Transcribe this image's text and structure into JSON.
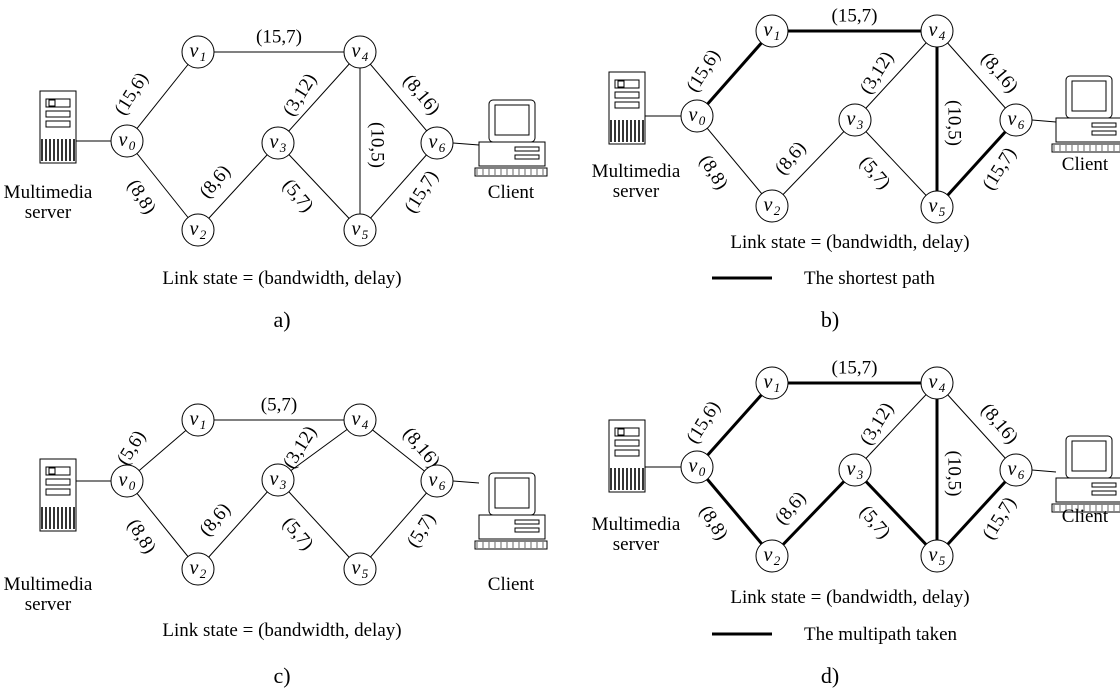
{
  "panels": [
    {
      "id": "a",
      "letter": "a)",
      "link_state": "Link state = (bandwidth, delay)",
      "legend": "",
      "server_label": [
        "Multimedia",
        "server"
      ],
      "client_label": "Client",
      "nodes": [
        "0",
        "1",
        "2",
        "3",
        "4",
        "5",
        "6"
      ],
      "edges": [
        {
          "from": "0",
          "to": "1",
          "label": "(15,6)",
          "bold": false
        },
        {
          "from": "0",
          "to": "2",
          "label": "(8,8)",
          "bold": false
        },
        {
          "from": "1",
          "to": "4",
          "label": "(15,7)",
          "bold": false
        },
        {
          "from": "2",
          "to": "3",
          "label": "(8,6)",
          "bold": false
        },
        {
          "from": "3",
          "to": "4",
          "label": "(3,12)",
          "bold": false
        },
        {
          "from": "3",
          "to": "5",
          "label": "(5,7)",
          "bold": false
        },
        {
          "from": "4",
          "to": "5",
          "label": "(10,5)",
          "bold": false
        },
        {
          "from": "4",
          "to": "6",
          "label": "(8,16)",
          "bold": false
        },
        {
          "from": "5",
          "to": "6",
          "label": "(15,7)",
          "bold": false
        }
      ]
    },
    {
      "id": "b",
      "letter": "b)",
      "link_state": "Link state = (bandwidth, delay)",
      "legend": "The shortest path",
      "server_label": [
        "Multimedia",
        "server"
      ],
      "client_label": "Client",
      "nodes": [
        "0",
        "1",
        "2",
        "3",
        "4",
        "5",
        "6"
      ],
      "edges": [
        {
          "from": "0",
          "to": "1",
          "label": "(15,6)",
          "bold": true
        },
        {
          "from": "0",
          "to": "2",
          "label": "(8,8)",
          "bold": false
        },
        {
          "from": "1",
          "to": "4",
          "label": "(15,7)",
          "bold": true
        },
        {
          "from": "2",
          "to": "3",
          "label": "(8,6)",
          "bold": false
        },
        {
          "from": "3",
          "to": "4",
          "label": "(3,12)",
          "bold": false
        },
        {
          "from": "3",
          "to": "5",
          "label": "(5,7)",
          "bold": false
        },
        {
          "from": "4",
          "to": "5",
          "label": "(10,5)",
          "bold": true
        },
        {
          "from": "4",
          "to": "6",
          "label": "(8,16)",
          "bold": false
        },
        {
          "from": "5",
          "to": "6",
          "label": "(15,7)",
          "bold": true
        }
      ]
    },
    {
      "id": "c",
      "letter": "c)",
      "link_state": "Link state = (bandwidth, delay)",
      "legend": "",
      "server_label": [
        "Multimedia",
        "server"
      ],
      "client_label": "Client",
      "nodes": [
        "0",
        "1",
        "2",
        "3",
        "4",
        "5",
        "6"
      ],
      "edges": [
        {
          "from": "0",
          "to": "1",
          "label": "(5,6)",
          "bold": false
        },
        {
          "from": "0",
          "to": "2",
          "label": "(8,8)",
          "bold": false
        },
        {
          "from": "1",
          "to": "4",
          "label": "(5,7)",
          "bold": false
        },
        {
          "from": "2",
          "to": "3",
          "label": "(8,6)",
          "bold": false
        },
        {
          "from": "3",
          "to": "4",
          "label": "(3,12)",
          "bold": false
        },
        {
          "from": "3",
          "to": "5",
          "label": "(5,7)",
          "bold": false
        },
        {
          "from": "4",
          "to": "6",
          "label": "(8,16)",
          "bold": false
        },
        {
          "from": "5",
          "to": "6",
          "label": "(5,7)",
          "bold": false
        }
      ]
    },
    {
      "id": "d",
      "letter": "d)",
      "link_state": "Link state = (bandwidth, delay)",
      "legend": "The multipath taken",
      "server_label": [
        "Multimedia",
        "server"
      ],
      "client_label": "Client",
      "nodes": [
        "0",
        "1",
        "2",
        "3",
        "4",
        "5",
        "6"
      ],
      "edges": [
        {
          "from": "0",
          "to": "1",
          "label": "(15,6)",
          "bold": true
        },
        {
          "from": "0",
          "to": "2",
          "label": "(8,8)",
          "bold": true
        },
        {
          "from": "1",
          "to": "4",
          "label": "(15,7)",
          "bold": true
        },
        {
          "from": "2",
          "to": "3",
          "label": "(8,6)",
          "bold": true
        },
        {
          "from": "3",
          "to": "4",
          "label": "(3,12)",
          "bold": false
        },
        {
          "from": "3",
          "to": "5",
          "label": "(5,7)",
          "bold": true
        },
        {
          "from": "4",
          "to": "5",
          "label": "(10,5)",
          "bold": true
        },
        {
          "from": "4",
          "to": "6",
          "label": "(8,16)",
          "bold": false
        },
        {
          "from": "5",
          "to": "6",
          "label": "(15,7)",
          "bold": true
        }
      ]
    }
  ]
}
